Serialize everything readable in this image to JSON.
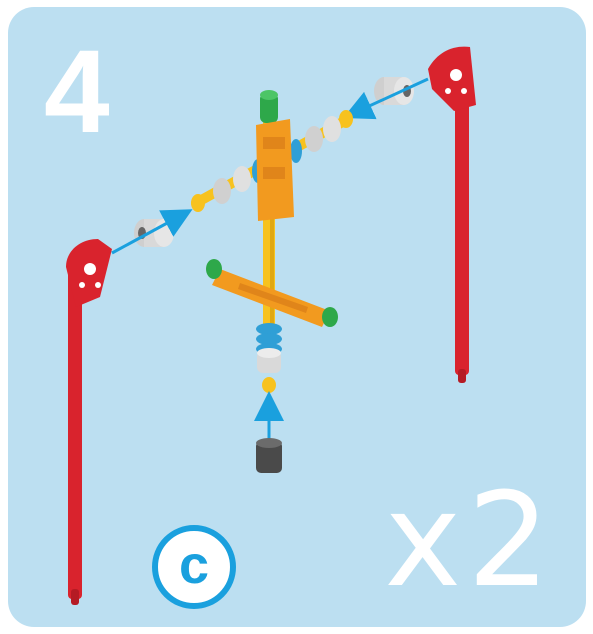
{
  "step": {
    "number": "4",
    "multiplier": "x2",
    "variant": "c"
  },
  "colors": {
    "background": "#bcdff1",
    "rod_red": "#d9232d",
    "connector_yellow": "#f7c21e",
    "connector_orange": "#f29a1f",
    "connector_green": "#2ea84a",
    "spacer_grey": "#cfcfcf",
    "spacer_blue": "#2f9fd6",
    "arrow_blue": "#1aa0de",
    "cap_dark": "#4a4a4a"
  },
  "parts": [
    {
      "name": "left-red-post-icon"
    },
    {
      "name": "right-red-post-icon"
    },
    {
      "name": "vertical-yellow-rod-icon"
    },
    {
      "name": "orange-cross-connector-icon"
    },
    {
      "name": "green-end-cap-icon"
    },
    {
      "name": "grey-spacer-icon"
    },
    {
      "name": "blue-spacer-ring-icon"
    },
    {
      "name": "dark-end-cap-icon"
    }
  ],
  "arrows": [
    {
      "name": "arrow-left-insert-icon"
    },
    {
      "name": "arrow-right-insert-icon"
    },
    {
      "name": "arrow-bottom-insert-icon"
    }
  ]
}
